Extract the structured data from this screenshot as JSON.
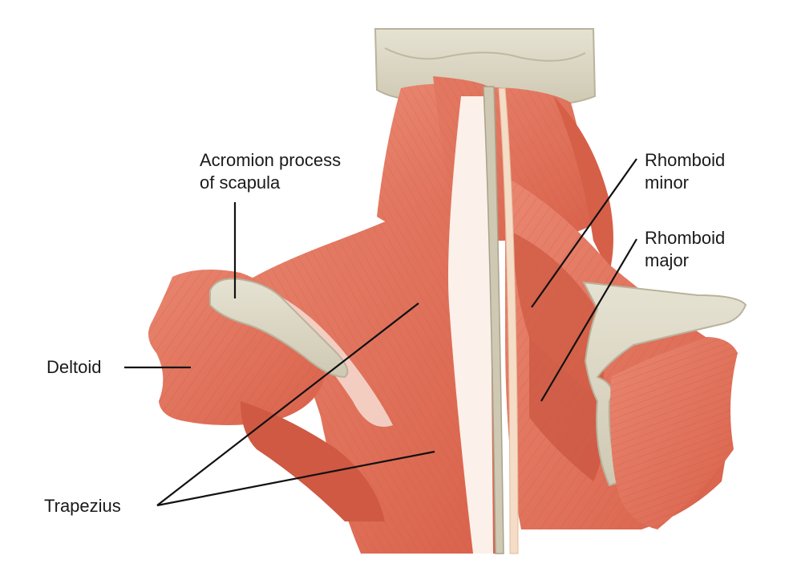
{
  "figure": {
    "colors": {
      "muscle": "#e0725c",
      "muscle_dark": "#c9563f",
      "muscle_light": "#ee9a86",
      "tendon": "#f7ece6",
      "bone": "#ddd8c6",
      "bone_outline": "#b9b29c",
      "leader_line": "#111111",
      "text": "#1a1a1a"
    },
    "labels": {
      "acromion": {
        "line1": "Acromion process",
        "line2": "of scapula"
      },
      "rhomboid_minor": {
        "line1": "Rhomboid",
        "line2": "minor"
      },
      "rhomboid_major": {
        "line1": "Rhomboid",
        "line2": "major"
      },
      "deltoid": {
        "text": "Deltoid"
      },
      "trapezius": {
        "text": "Trapezius"
      }
    }
  }
}
